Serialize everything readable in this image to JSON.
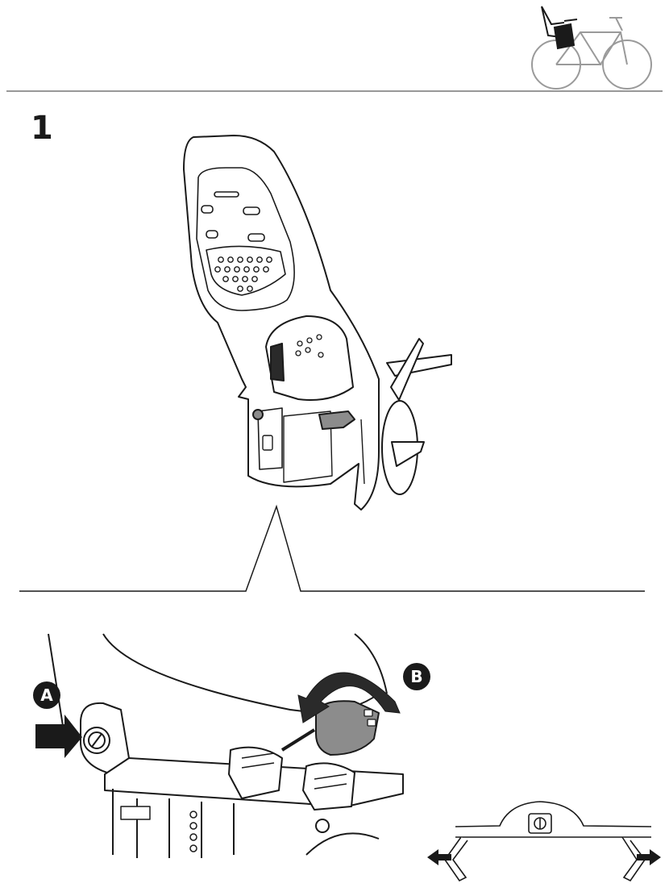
{
  "step": {
    "number": "1"
  },
  "callouts": {
    "a": "A",
    "b": "B"
  },
  "icons": {
    "header": "bike-seat-rear-mount-icon",
    "push_arrow": "push-arrow-icon",
    "rotate_arrow": "rotate-arrow-icon",
    "spread_left": "arrow-left-icon",
    "spread_right": "arrow-right-icon",
    "lock_slot": "screw-slot-icon"
  },
  "colors": {
    "line": "#1a1a1a",
    "light_line": "#9a9a9a",
    "fill_dark": "#2a2a2a",
    "fill_grey": "#8c8c8c"
  }
}
